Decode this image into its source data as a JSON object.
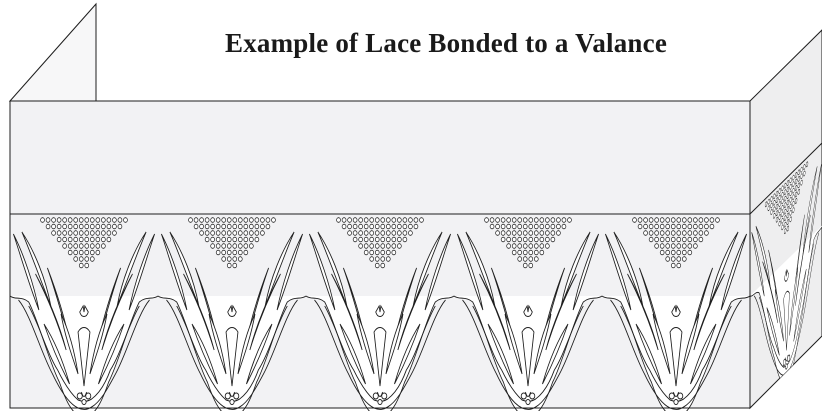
{
  "title": "Example of Lace Bonded to a Valance",
  "colors": {
    "valance_face": "#f2f2f4",
    "valance_side": "#eeeeef",
    "back_panel": "#f7f7f8",
    "outline": "#1e1e1e",
    "lace_fill": "#ffffff"
  },
  "lace": {
    "repeats_front": 5,
    "repeats_side": 1,
    "motif": "scalloped leaf-and-dot lace"
  }
}
